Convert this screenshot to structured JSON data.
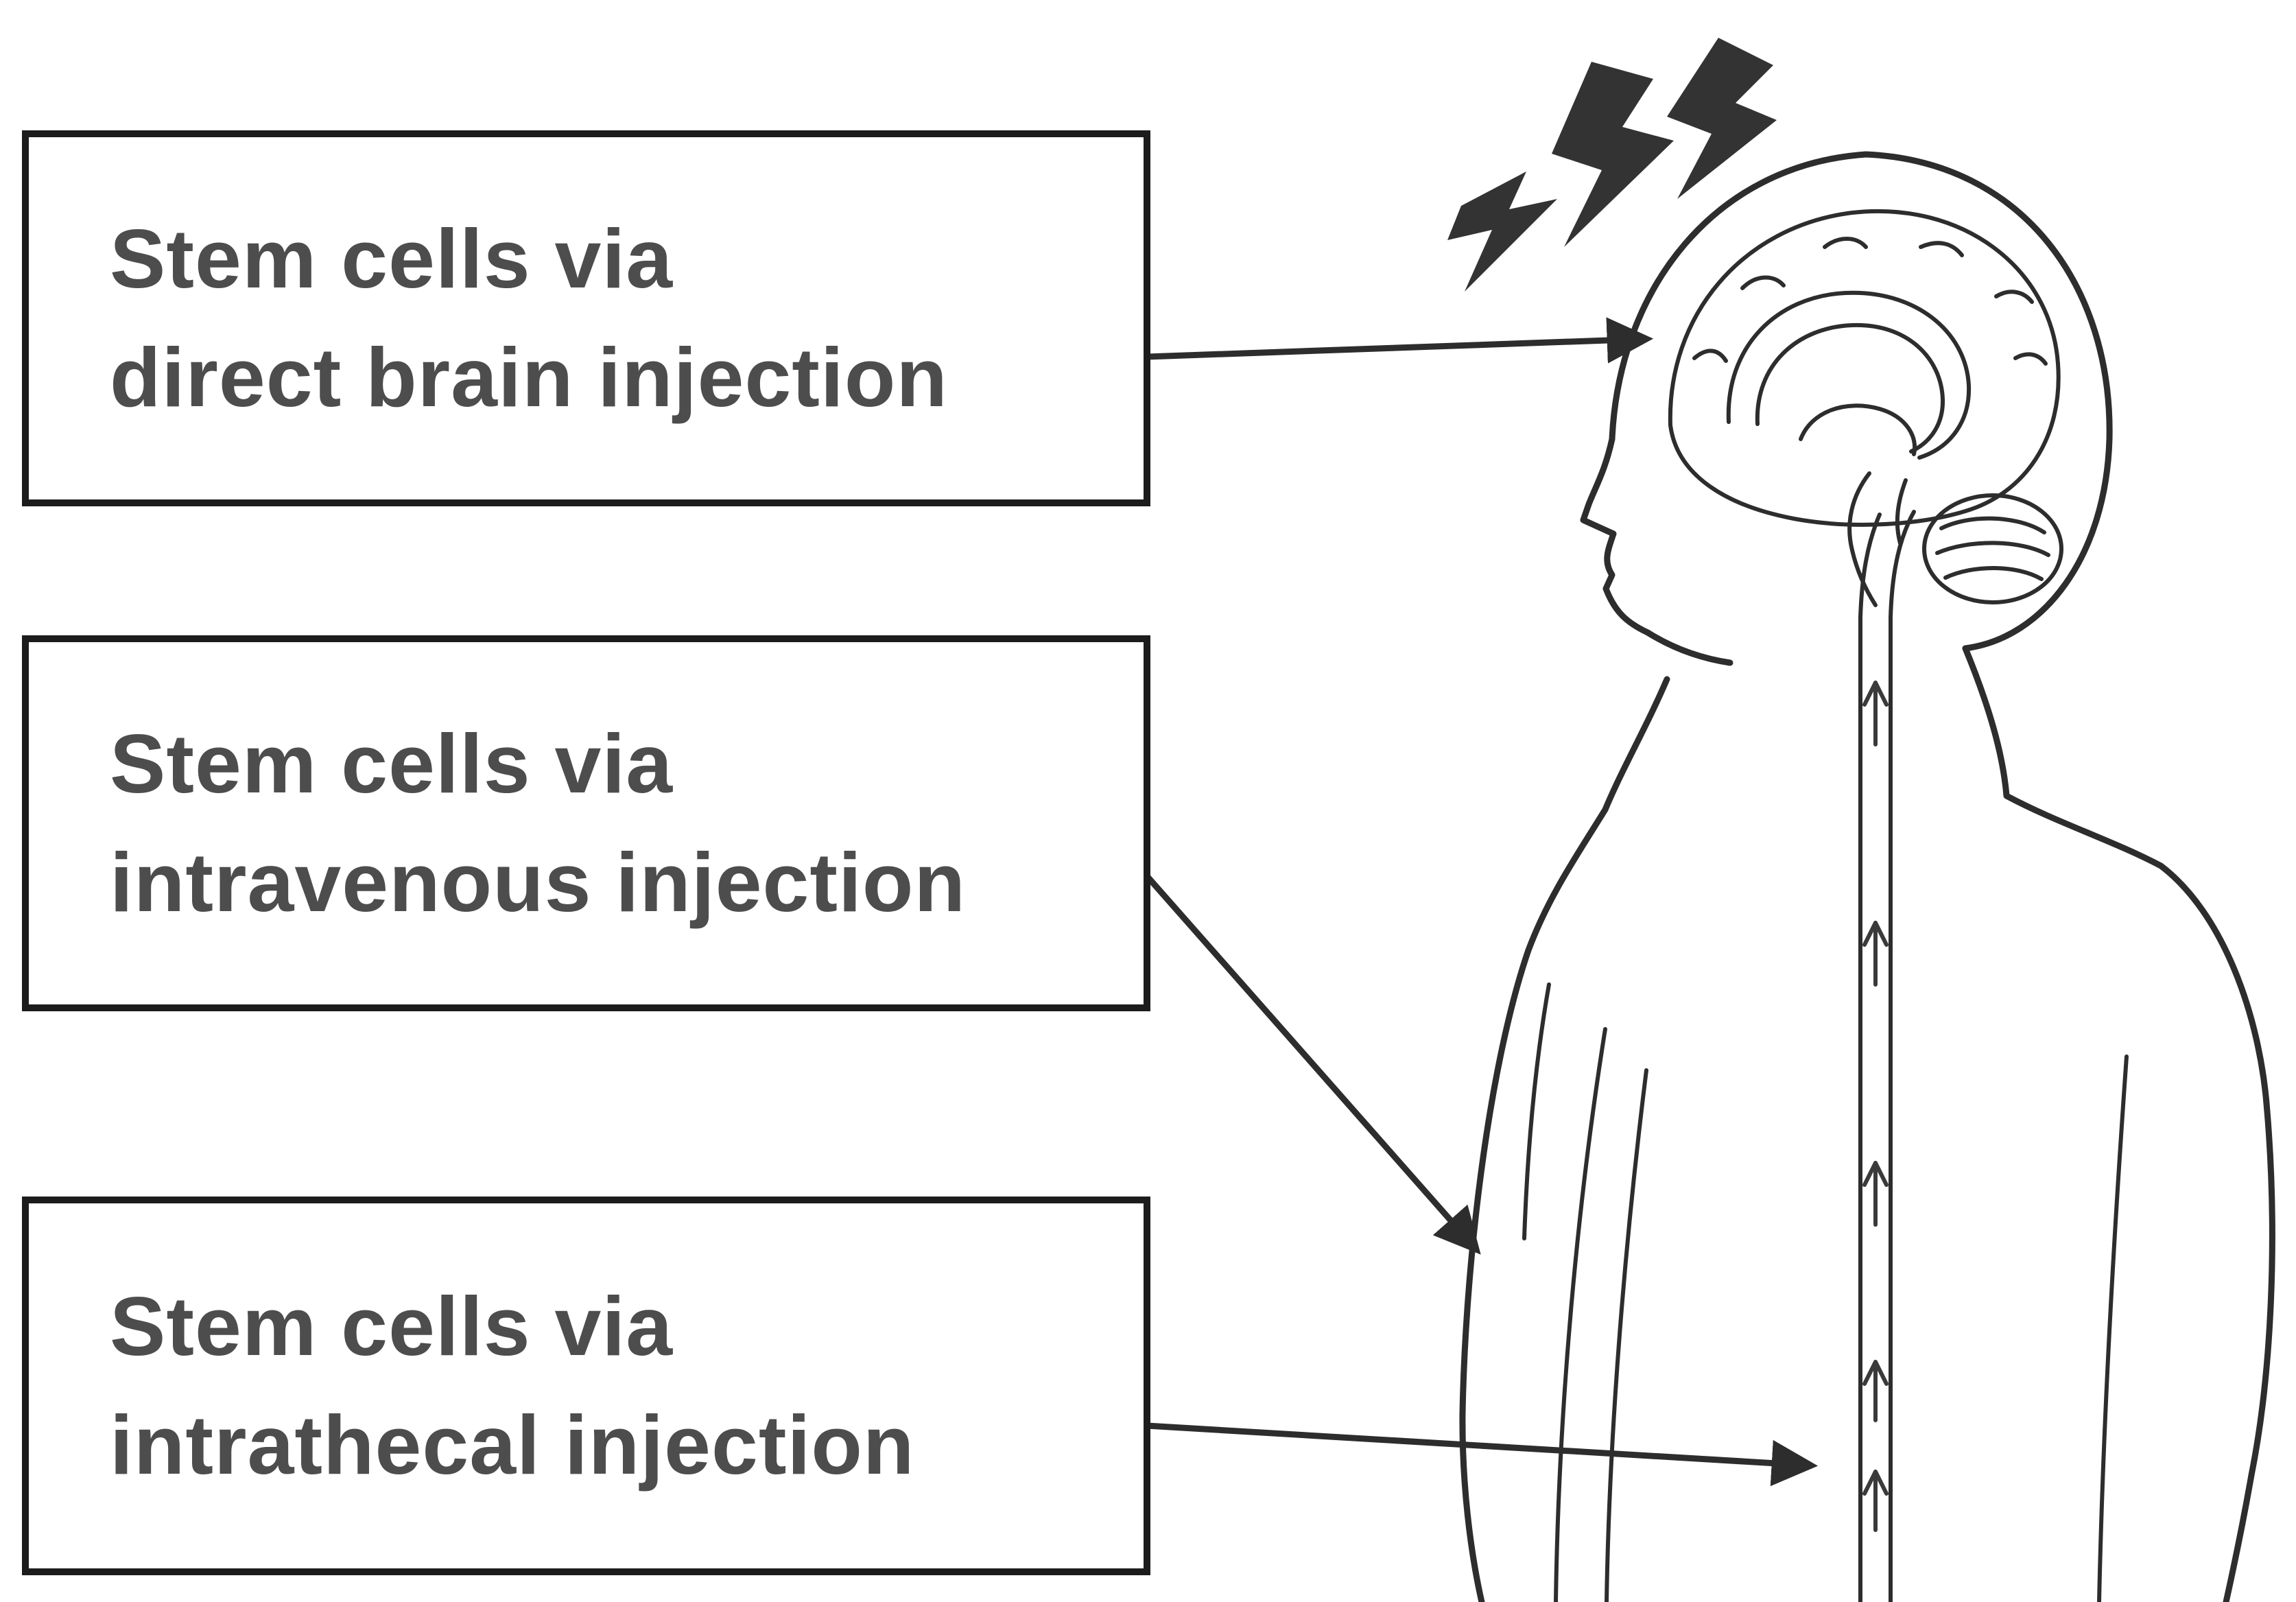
{
  "diagram": {
    "labels": [
      {
        "id": "direct-brain",
        "line1": "Stem cells via",
        "line2": "direct brain injection"
      },
      {
        "id": "intravenous",
        "line1": "Stem cells via",
        "line2": "intravenous injection"
      },
      {
        "id": "intrathecal",
        "line1": "Stem cells via",
        "line2": "intrathecal injection"
      }
    ],
    "colors": {
      "ink": "#2d2d2d",
      "text": "#4d4d4d",
      "bolt": "#333333",
      "background": "#ffffff"
    }
  }
}
